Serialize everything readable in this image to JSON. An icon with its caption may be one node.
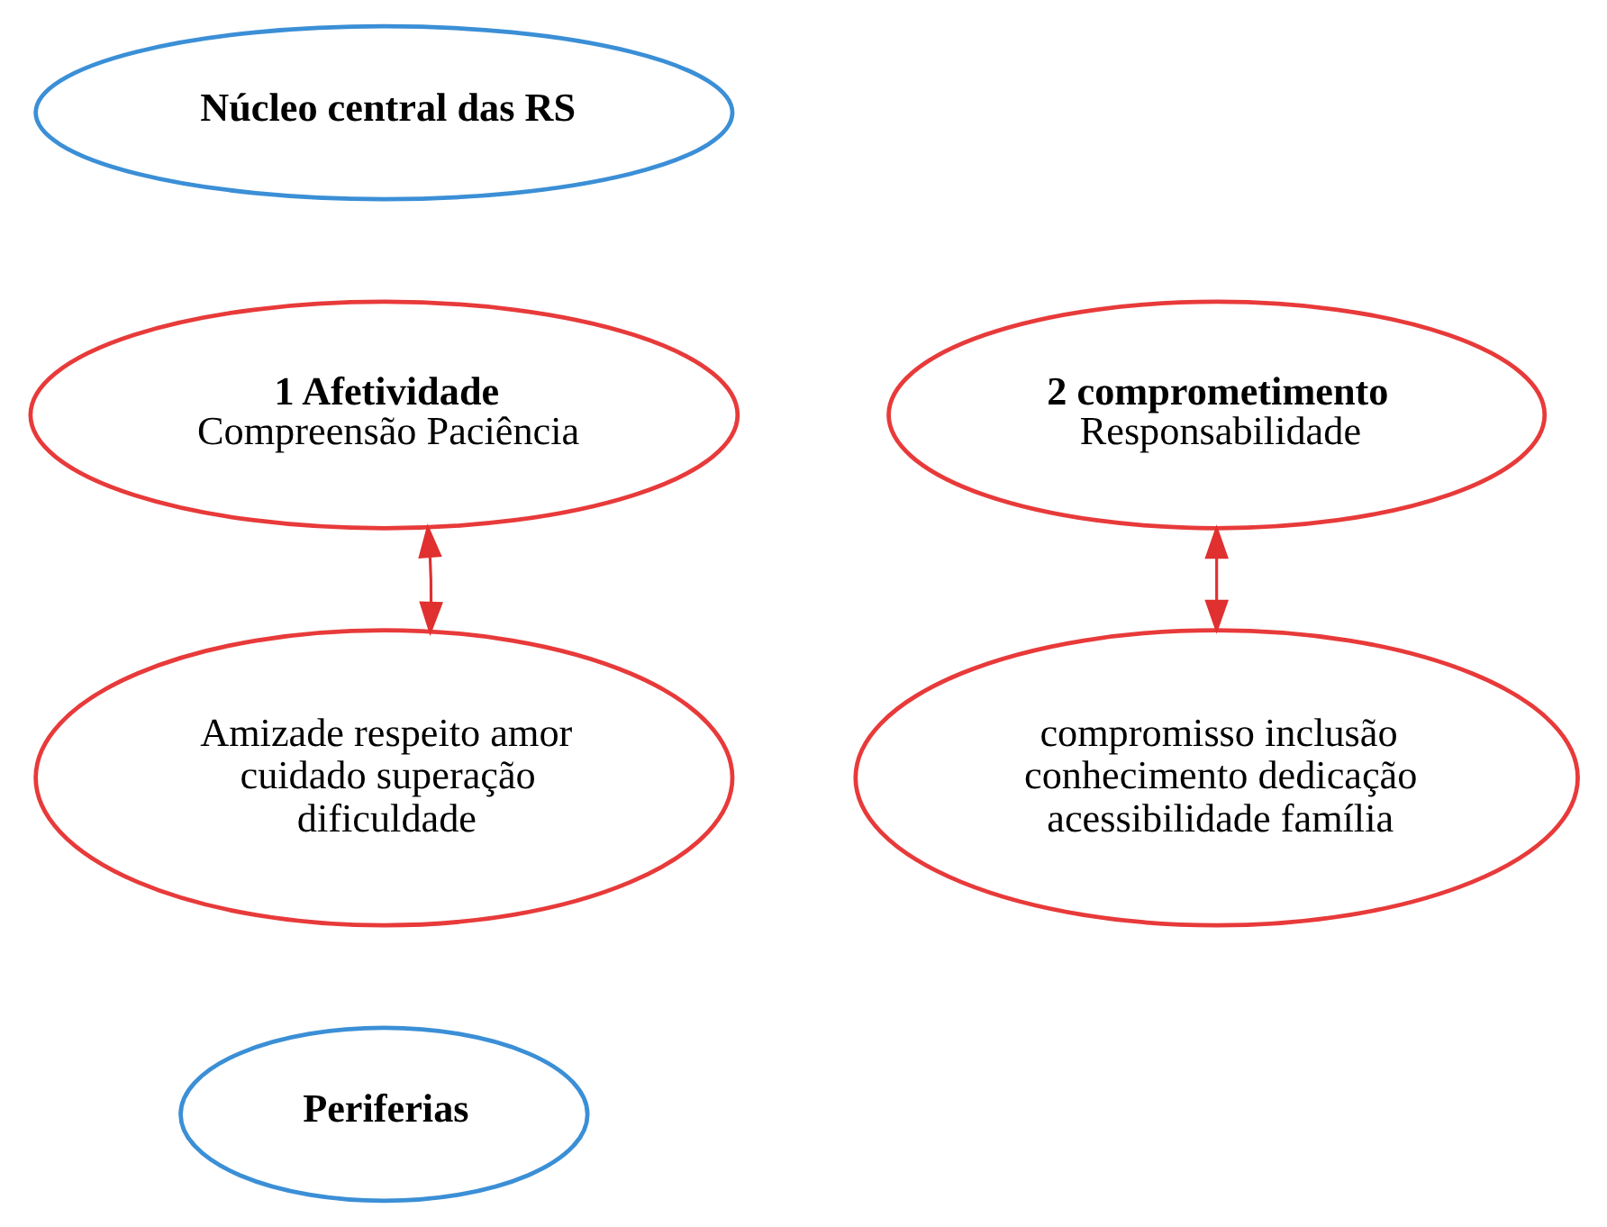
{
  "diagram": {
    "nodes": [
      {
        "text": [
          "Núcleo central das RS"
        ]
      },
      {
        "text": [
          "1 Afetividade",
          "Compreensão Paciência"
        ]
      },
      {
        "text": [
          "2 comprometimento",
          "Responsabilidade"
        ]
      },
      {
        "text": [
          "Amizade respeito amor cuidado superação dificuldade"
        ]
      },
      {
        "text": [
          "compromisso inclusão conhecimento dedicação acessibilidade família"
        ]
      },
      {
        "text": [
          "Periferias"
        ]
      }
    ],
    "edges": [
      {
        "from": 1,
        "to": 3,
        "arrow": "both",
        "color": "#e03030"
      },
      {
        "from": 2,
        "to": 4,
        "arrow": "both",
        "color": "#e03030"
      }
    ]
  }
}
